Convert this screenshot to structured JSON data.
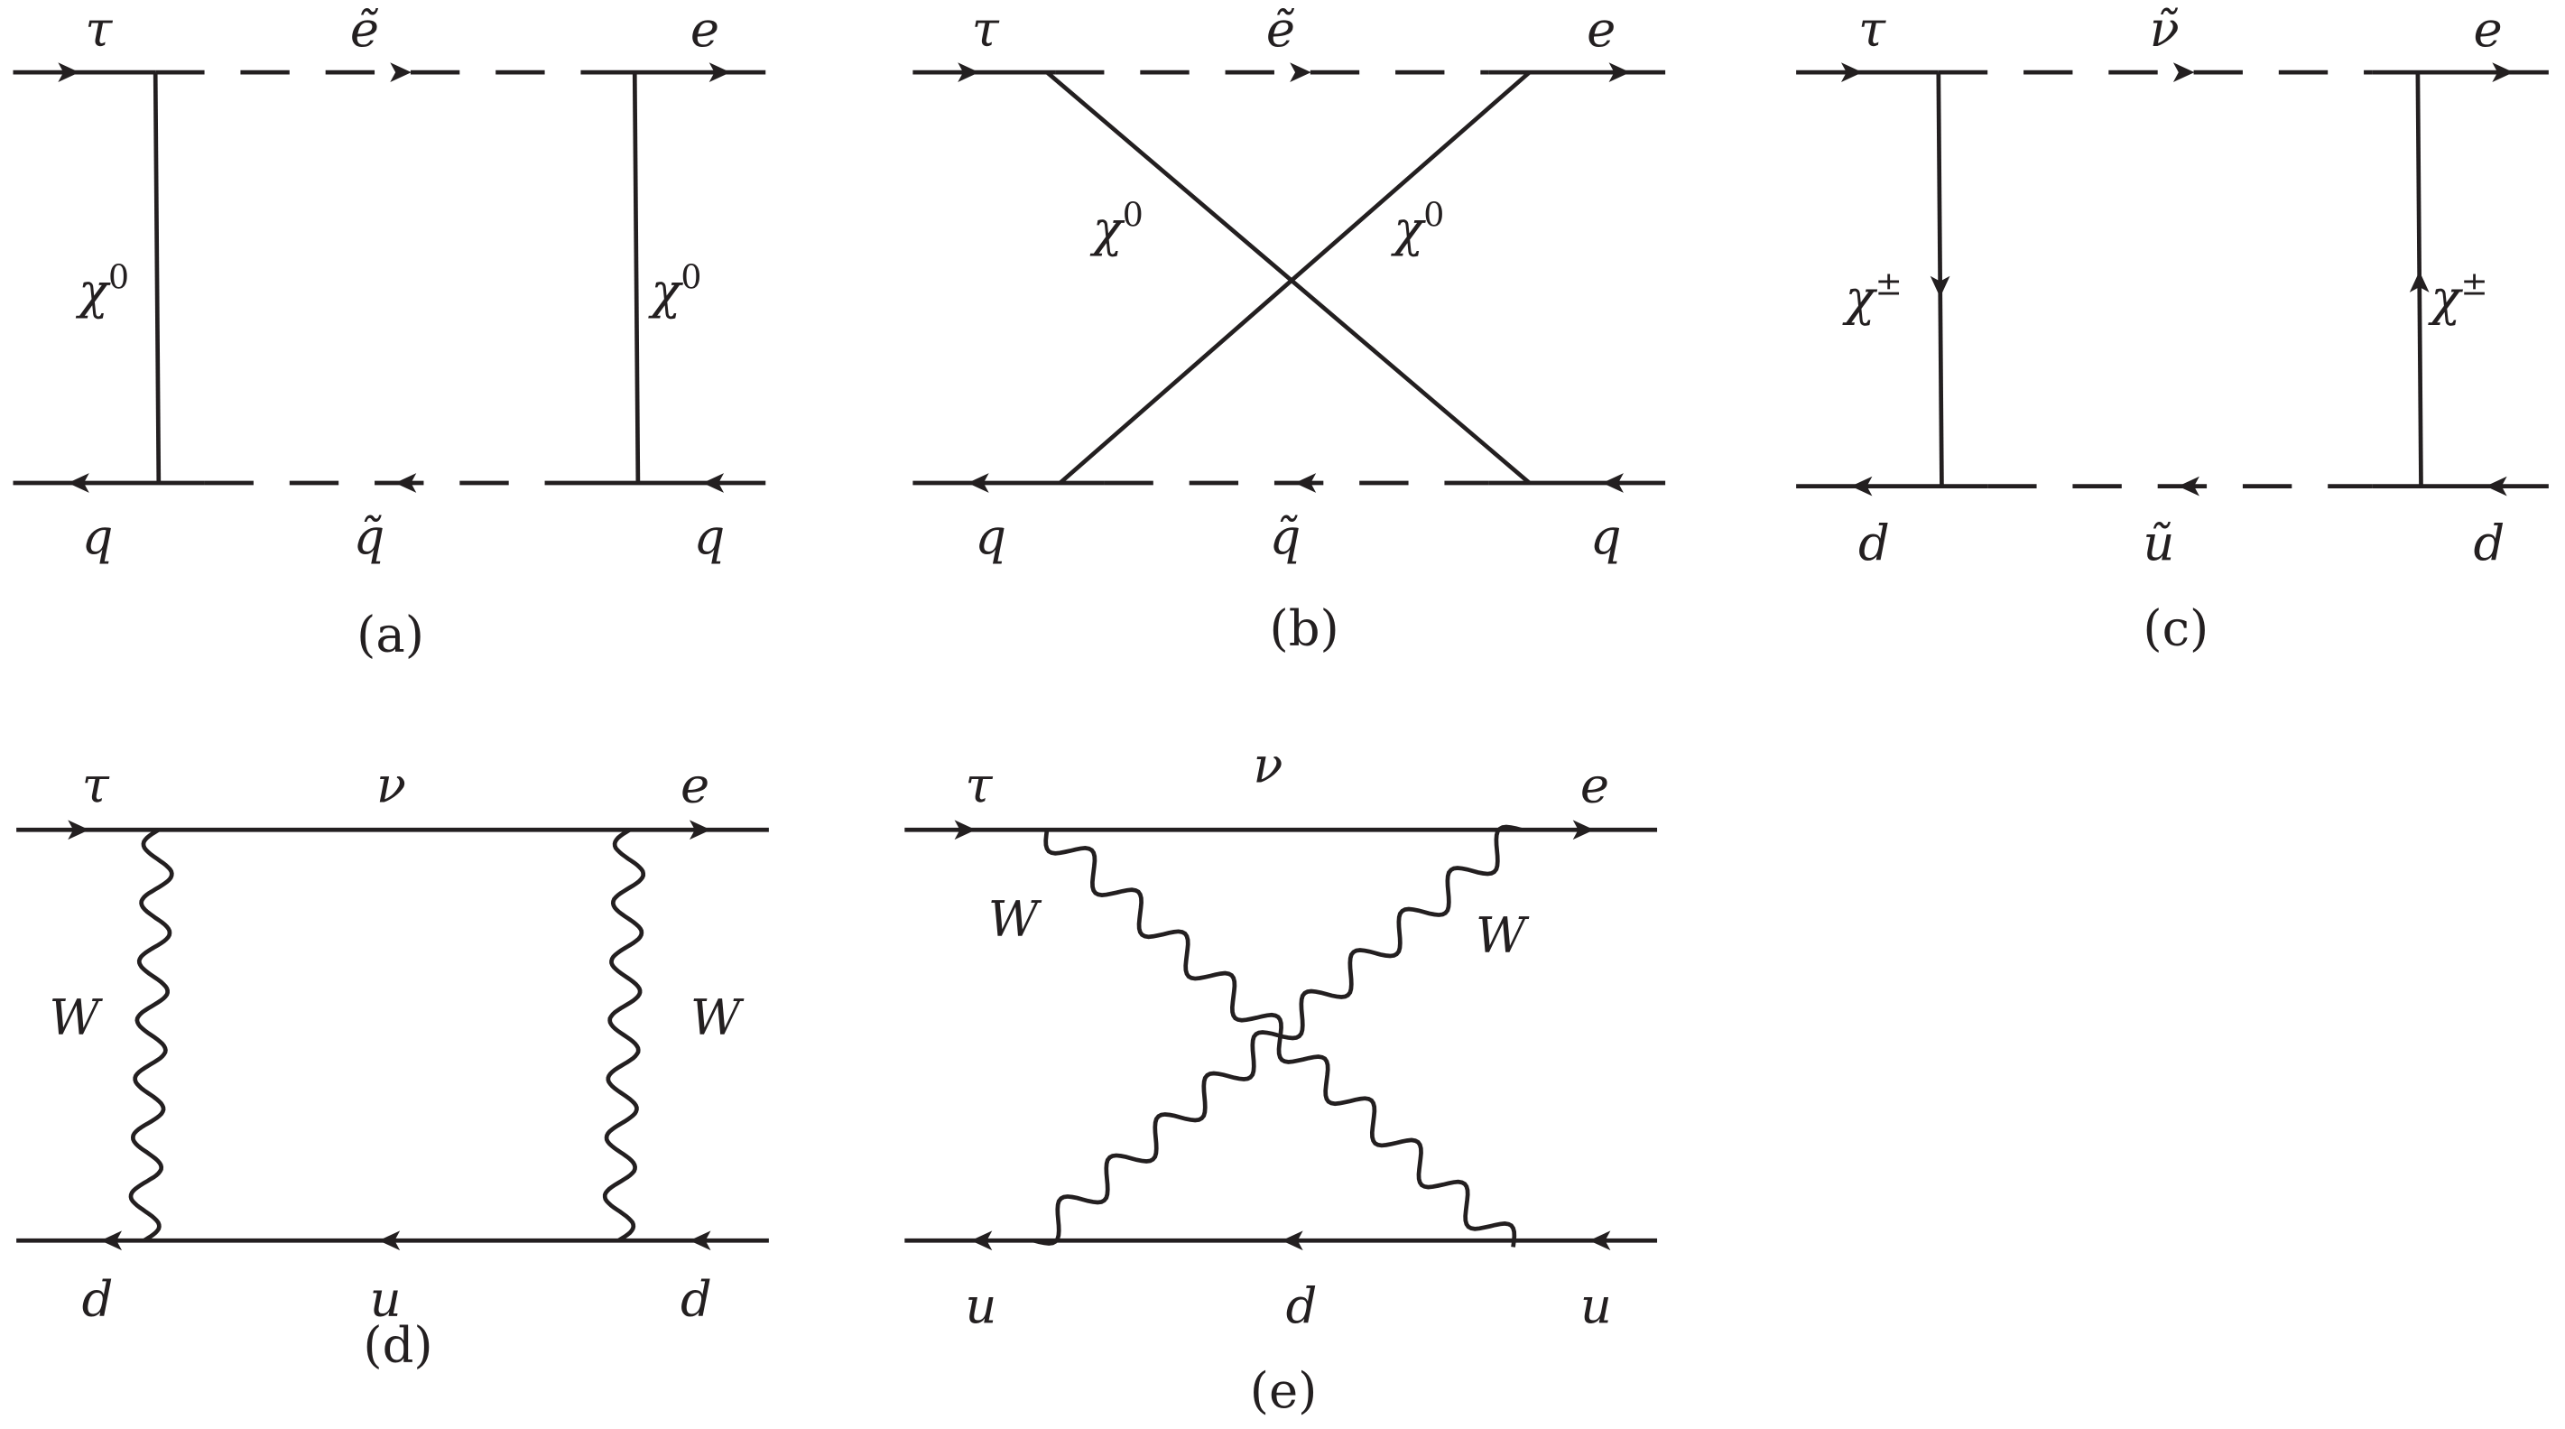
{
  "diagrams": {
    "a": {
      "caption": "(a)",
      "top": [
        "τ",
        "ẽ",
        "e"
      ],
      "bottom": [
        "q",
        "q̃",
        "q"
      ],
      "propagators": [
        {
          "base": "χ",
          "sup": "0"
        },
        {
          "base": "χ",
          "sup": "0"
        }
      ]
    },
    "b": {
      "caption": "(b)",
      "top": [
        "τ",
        "ẽ",
        "e"
      ],
      "bottom": [
        "q",
        "q̃",
        "q"
      ],
      "propagators": [
        {
          "base": "χ",
          "sup": "0"
        },
        {
          "base": "χ",
          "sup": "0"
        }
      ]
    },
    "c": {
      "caption": "(c)",
      "top": [
        "τ",
        "ν̃",
        "e"
      ],
      "bottom": [
        "d",
        "ũ",
        "d"
      ],
      "propagators": [
        {
          "base": "χ",
          "sup": "±"
        },
        {
          "base": "χ",
          "sup": "±"
        }
      ]
    },
    "d": {
      "caption": "(d)",
      "top": [
        "τ",
        "ν",
        "e"
      ],
      "bottom": [
        "d",
        "u",
        "d"
      ],
      "propagators": [
        "W",
        "W"
      ]
    },
    "e": {
      "caption": "(e)",
      "top": [
        "τ",
        "ν",
        "e"
      ],
      "bottom": [
        "u",
        "d",
        "u"
      ],
      "propagators": [
        "W",
        "W"
      ]
    }
  }
}
